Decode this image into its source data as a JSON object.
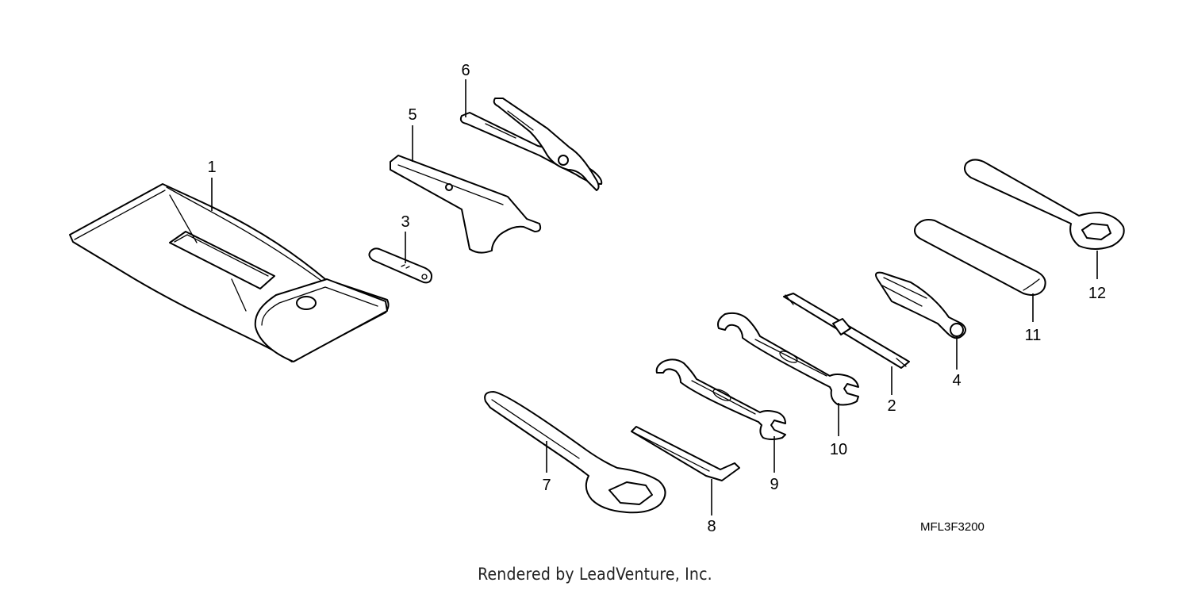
{
  "diagram": {
    "callouts": [
      "1",
      "2",
      "3",
      "4",
      "5",
      "6",
      "7",
      "8",
      "9",
      "10",
      "11",
      "12"
    ],
    "drawing_code": "MFL3F3200",
    "footer": "Rendered by LeadVenture, Inc."
  }
}
